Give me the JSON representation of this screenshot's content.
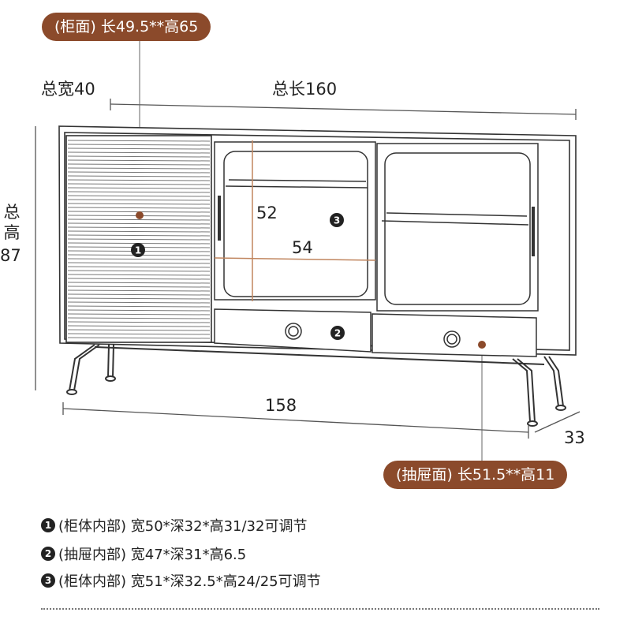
{
  "labels": {
    "cabinet_face": "(柜面) 长49.5**高65",
    "drawer_face": "(抽屉面) 长51.5**高11",
    "total_width": "总宽40",
    "total_length": "总长160",
    "total_height_chars": [
      "总",
      "高"
    ],
    "total_height_value": "87",
    "inner_height": "52",
    "inner_width": "54",
    "base_length": "158",
    "base_depth": "33"
  },
  "markers": {
    "m1": "1",
    "m2": "2",
    "m3": "3"
  },
  "notes": [
    {
      "num": "1",
      "text": "(柜体内部) 宽50*深32*高31/32可调节"
    },
    {
      "num": "2",
      "text": "(抽屉内部) 宽47*深31*高6.5"
    },
    {
      "num": "3",
      "text": "(柜体内部) 宽51*深32.5*高24/25可调节"
    }
  ],
  "colors": {
    "accent": "#8b4a2b",
    "line": "#333333",
    "measure": "#c0855e"
  }
}
